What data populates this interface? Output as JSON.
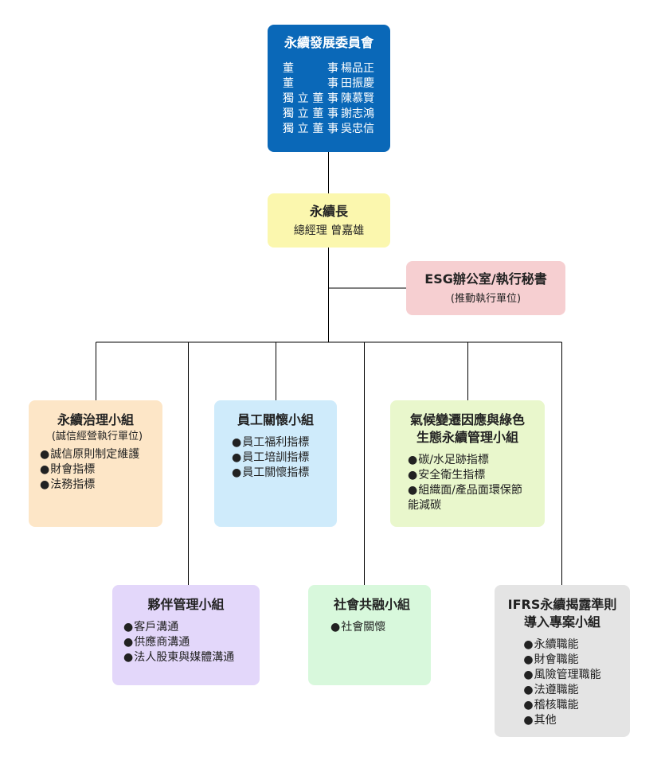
{
  "committee": {
    "title": "永續發展委員會",
    "members": [
      {
        "role": "董事",
        "name": "楊品正"
      },
      {
        "role": "董事",
        "name": "田振慶"
      },
      {
        "role": "獨立董事",
        "name": "陳慕賢"
      },
      {
        "role": "獨立董事",
        "name": "謝志鴻"
      },
      {
        "role": "獨立董事",
        "name": "吳忠信"
      }
    ]
  },
  "cso": {
    "title": "永續長",
    "subtitle": "總經理 曾嘉雄"
  },
  "esg_office": {
    "title": "ESG辦公室/執行秘書",
    "subtitle": "(推動執行單位)"
  },
  "groups": [
    {
      "title": "永續治理小組",
      "subtitle": "(誠信經營執行單位)",
      "items": [
        "誠信原則制定維護",
        "財會指標",
        "法務指標"
      ]
    },
    {
      "title": "員工關懷小組",
      "items": [
        "員工福利指標",
        "員工培訓指標",
        "員工關懷指標"
      ]
    },
    {
      "title_lines": [
        "氣候變遷因應與綠色",
        "生態永續管理小組"
      ],
      "items": [
        "碳/水足跡指標",
        "安全衛生指標",
        "組織面/產品面環保節能減碳"
      ]
    },
    {
      "title": "夥伴管理小組",
      "items": [
        "客戶溝通",
        "供應商溝通",
        "法人股東與媒體溝通"
      ]
    },
    {
      "title": "社會共融小組",
      "items": [
        "社會關懷"
      ]
    },
    {
      "title_lines": [
        "IFRS永續揭露準則",
        "導入專案小組"
      ],
      "items": [
        "永續職能",
        "財會職能",
        "風險管理職能",
        "法遵職能",
        "稽核職能",
        "其他"
      ]
    }
  ],
  "colors": {
    "committee": "#0a68b8",
    "cso": "#fbf7ae",
    "esg_office": "#f6cfd1",
    "governance": "#fde6c7",
    "employee": "#cfebfb",
    "climate": "#e9f7cc",
    "partner": "#e3d7fa",
    "social": "#d8f8dc",
    "ifrs": "#e4e4e4",
    "connector": "#000000"
  }
}
